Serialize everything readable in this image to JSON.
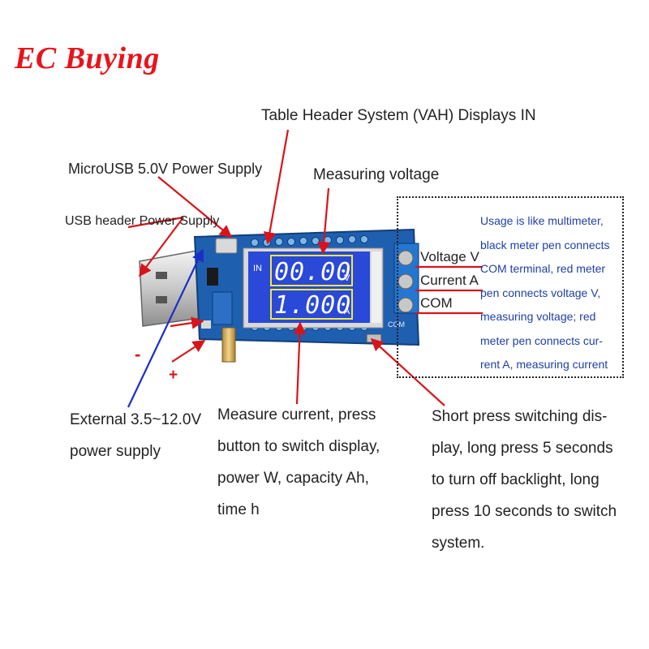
{
  "brand": "EC Buying",
  "labels": {
    "table_header": "Table Header System (VAH) Displays IN",
    "microusb": "MicroUSB 5.0V Power Supply",
    "measuring_voltage": "Measuring voltage",
    "usb_header": "USB header Power Supply",
    "voltage_terminal": "Voltage V",
    "current_terminal": "Current A",
    "com_terminal": "COM",
    "minus": "-",
    "plus": "+",
    "external_line1": "External 3.5~12.0V",
    "external_line2": "power supply"
  },
  "usage_note": [
    "Usage is like multimeter,",
    "black meter pen connects",
    "COM terminal, red meter",
    "pen connects voltage V,",
    "measuring voltage; red",
    "meter pen connects cur-",
    "rent A, measuring current"
  ],
  "measure_current": [
    "Measure current, press",
    "button to switch display,",
    "power W, capacity Ah,",
    "time  h"
  ],
  "short_press": [
    "Short press switching dis-",
    "play, long press 5 seconds",
    "to turn off backlight, long",
    "press 10 seconds to switch",
    "system."
  ],
  "lcd": {
    "in_label": "IN",
    "voltage_reading": "00.00",
    "voltage_unit": "V",
    "current_reading": "1.000",
    "current_unit": "A"
  },
  "board_silk": {
    "com": "COM"
  },
  "colors": {
    "brand": "#e8141b",
    "arrow": "#d8141a",
    "board": "#1f5fb0",
    "lcd": "#2a49d8",
    "note_text": "#1e3fa8"
  }
}
